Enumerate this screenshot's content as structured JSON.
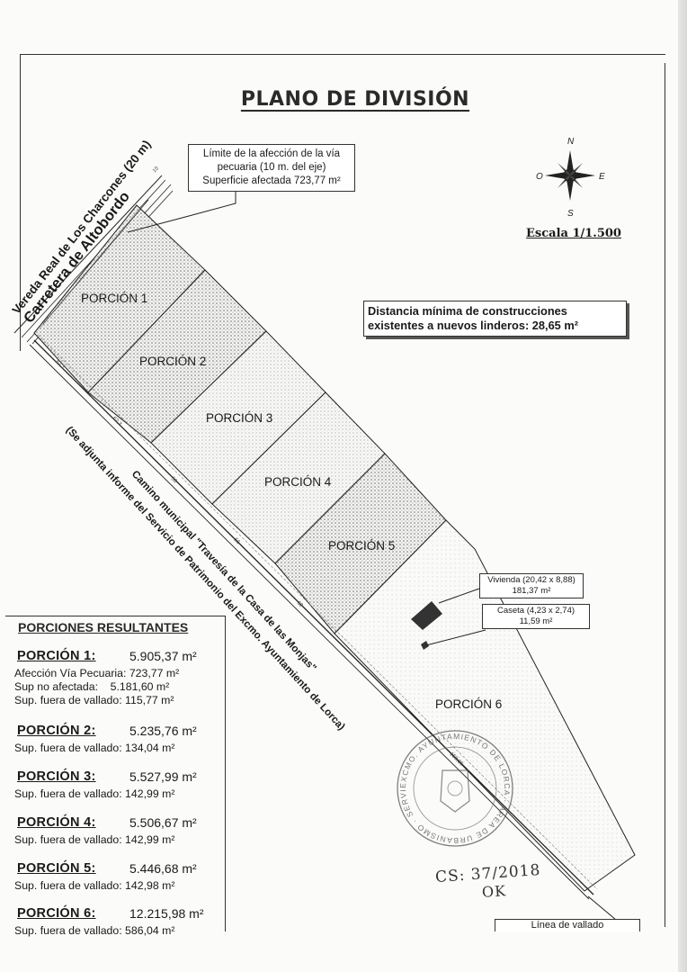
{
  "title": "PLANO DE DIVISIÓN",
  "scale_label": "Escala 1/1.500",
  "compass": {
    "north": "N",
    "east": "E",
    "west": "O",
    "south": "S"
  },
  "via_pecuaria_callout": {
    "line1": "Límite de la afección de la vía",
    "line2": "pecuaria (10 m. del eje)",
    "line3": "Superficie afectada 723,77 m²"
  },
  "distance_note": {
    "line1": "Distancia mínima de construcciones",
    "line2": "existentes a nuevos linderos: 28,65 m²"
  },
  "road_labels": {
    "vereda": "Vereda Real de Los Charcones (20 m)",
    "carretera": "Carretera de Altobordo",
    "camino_line1": "Camino municipal \"Travesía de la Casa de las Monjas\"",
    "camino_line2": "(Se adjunta informe del Servicio de Patrimonio del Excmo. Ayuntamiento de Lorca)"
  },
  "portions": [
    {
      "label": "PORCIÓN 1"
    },
    {
      "label": "PORCIÓN 2"
    },
    {
      "label": "PORCIÓN 3"
    },
    {
      "label": "PORCIÓN 4"
    },
    {
      "label": "PORCIÓN 5"
    },
    {
      "label": "PORCIÓN 6"
    }
  ],
  "vivienda_callout": {
    "line1": "Vivienda (20,42 x 8,88)",
    "line2": "181,37 m²"
  },
  "caseta_callout": {
    "line1": "Caseta (4,23 x 2,74)",
    "line2": "11,59 m²"
  },
  "vallado_callout": {
    "line1": "Línea de vallado"
  },
  "legend": {
    "header": "PORCIONES RESULTANTES",
    "items": [
      {
        "name": "PORCIÓN 1:",
        "area": "5.905,37 m²",
        "subs": [
          "Afección Vía Pecuaria: 723,77 m²",
          "Sup no afectada:    5.181,60 m²",
          "Sup. fuera de vallado: 115,77 m²"
        ]
      },
      {
        "name": "PORCIÓN 2:",
        "area": "5.235,76 m²",
        "subs": [
          "Sup. fuera de vallado: 134,04 m²"
        ]
      },
      {
        "name": "PORCIÓN 3:",
        "area": "5.527,99 m²",
        "subs": [
          "Sup. fuera de vallado: 142,99 m²"
        ]
      },
      {
        "name": "PORCIÓN 4:",
        "area": "5.506,67 m²",
        "subs": [
          "Sup. fuera de vallado: 142,99 m²"
        ]
      },
      {
        "name": "PORCIÓN 5:",
        "area": "5.446,68 m²",
        "subs": [
          "Sup. fuera de vallado: 142,98 m²"
        ]
      },
      {
        "name": "PORCIÓN 6:",
        "area": "12.215,98 m²",
        "subs": [
          "Sup. fuera de vallado: 586,04 m²"
        ]
      }
    ]
  },
  "stamp": {
    "text": "EXCMO. AYUNTAMIENTO DE LORCA · AREA DE URBANISMO · SERVICIO DE INTERVENCION URBANISTICA"
  },
  "handwritten": {
    "line1": "CS: 37/2018",
    "line2": "OK"
  },
  "colors": {
    "ink": "#1a1a1a",
    "stipple": "#555555",
    "paper": "#fbfbf9"
  }
}
